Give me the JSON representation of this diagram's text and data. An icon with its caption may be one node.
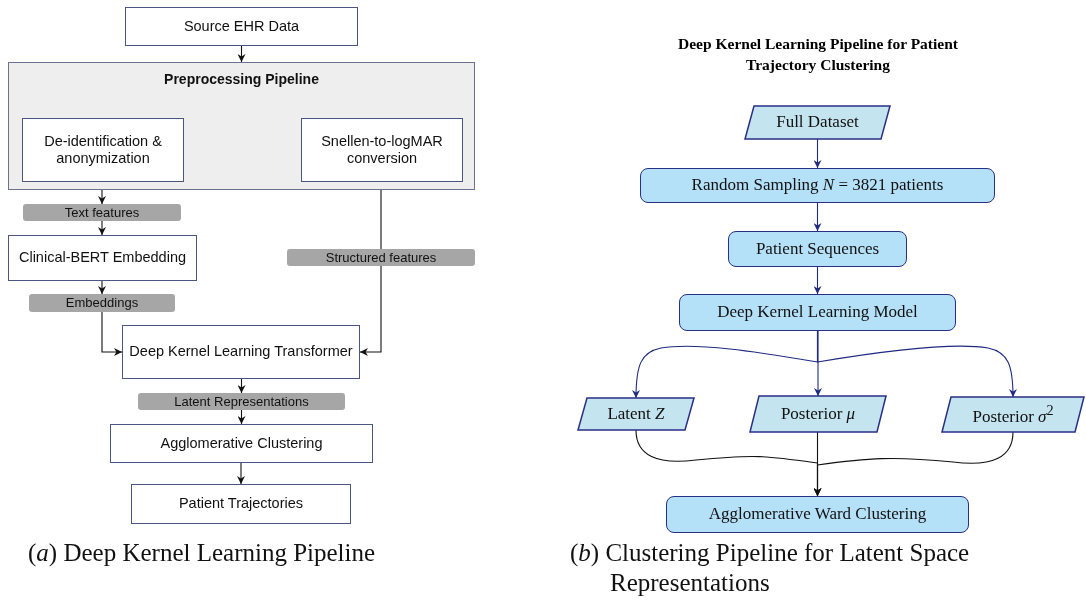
{
  "diagram": {
    "title": "Deep Kernel Learning Pipeline for Patient Trajectory Clustering",
    "nodes": [
      {
        "text": [
          "Source EHR Data"
        ]
      },
      {
        "text": [
          "Preprocessing Pipeline"
        ]
      },
      {
        "text": [
          "De-identification & anonymization"
        ],
        "in": 1
      },
      {
        "text": [
          "Snellen-to-logMAR conversion"
        ],
        "in": 1
      },
      {
        "text": [
          "Text features"
        ]
      },
      {
        "text": [
          "Clinical-BERT Embedding"
        ]
      },
      {
        "text": [
          "Structured features"
        ]
      },
      {
        "text": [
          "Embeddings"
        ]
      },
      {
        "text": [
          "Deep Kernel Learning Transformer"
        ]
      },
      {
        "text": [
          "Latent Representations"
        ]
      },
      {
        "text": [
          "Agglomerative Clustering"
        ]
      },
      {
        "text": [
          "Patient Trajectories"
        ]
      },
      {
        "text": [
          "Full Dataset"
        ]
      },
      {
        "text": [
          "Random Sampling *N* = 3821 patients"
        ]
      },
      {
        "text": [
          "Patient Sequences"
        ]
      },
      {
        "text": [
          "Deep Kernel Learning Model"
        ]
      },
      {
        "text": [
          "Latent *Z*"
        ]
      },
      {
        "text": [
          "Posterior *μ*"
        ]
      },
      {
        "text": [
          "Posterior *σ*$^{2}$"
        ]
      },
      {
        "text": [
          "Agglomerative Ward Clustering"
        ]
      }
    ],
    "edges": [
      {
        "from": 0,
        "to": 1,
        "arrow": "to"
      },
      {
        "from": 1,
        "to": 4,
        "arrow": "to"
      },
      {
        "from": 4,
        "to": 5,
        "arrow": "to"
      },
      {
        "from": 5,
        "to": 7,
        "arrow": "to"
      },
      {
        "from": 7,
        "to": 8,
        "arrow": "to"
      },
      {
        "from": 1,
        "to": 6,
        "arrow": "none"
      },
      {
        "from": 6,
        "to": 8,
        "arrow": "to"
      },
      {
        "from": 8,
        "to": 9,
        "arrow": "to"
      },
      {
        "from": 9,
        "to": 10,
        "arrow": "to"
      },
      {
        "from": 10,
        "to": 11,
        "arrow": "to"
      },
      {
        "from": 12,
        "to": 13,
        "arrow": "to",
        "color": "#1f2a80"
      },
      {
        "from": 13,
        "to": 14,
        "arrow": "to",
        "color": "#1f2a80"
      },
      {
        "from": 14,
        "to": 15,
        "arrow": "to",
        "color": "#1f2a80"
      },
      {
        "from": 15,
        "to": 16,
        "arrow": "to",
        "color": "#1f2a80"
      },
      {
        "from": 15,
        "to": 17,
        "arrow": "to",
        "color": "#1f2a80"
      },
      {
        "from": 15,
        "to": 18,
        "arrow": "to",
        "color": "#1f2a80"
      },
      {
        "from": 16,
        "to": 19,
        "arrow": "to"
      },
      {
        "from": 17,
        "to": 19,
        "arrow": "to"
      },
      {
        "from": 18,
        "to": 19,
        "arrow": "to"
      }
    ],
    "labels": [
      "(*a*) Deep Kernel Learning Pipeline",
      "(*b*) Clustering Pipeline for Latent Space Representations"
    ]
  }
}
